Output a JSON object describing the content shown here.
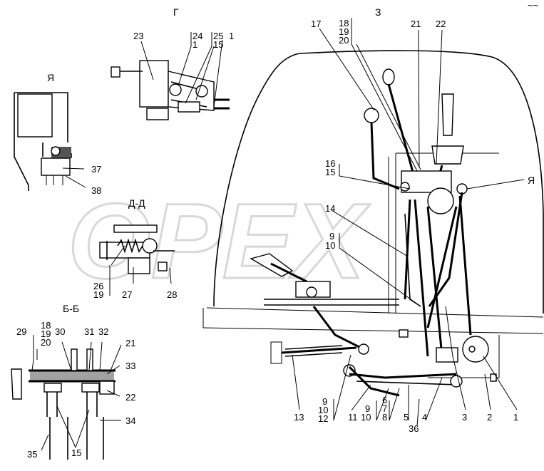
{
  "watermark": "OPEX",
  "corner_mark": "~~",
  "sections": {
    "g": "Г",
    "z": "З",
    "ya_left": "Я",
    "ya_right": "Я",
    "dd": "Д-Д",
    "bb": "Б-Б"
  },
  "callouts": {
    "g_23": "23",
    "g_24": "24",
    "g_1a": "1",
    "g_25": "25",
    "g_15": "15",
    "g_1b": "1",
    "y_37": "37",
    "y_38": "38",
    "d_26": "26",
    "d_19": "19",
    "d_27": "27",
    "d_28": "28",
    "b_29": "29",
    "b_18": "18",
    "b_19": "19",
    "b_20": "20",
    "b_30": "30",
    "b_31": "31",
    "b_32": "32",
    "b_21": "21",
    "b_33": "33",
    "b_22": "22",
    "b_34": "34",
    "b_35": "35",
    "b_15": "15",
    "m_17": "17",
    "m_18": "18",
    "m_19": "19",
    "m_20": "20",
    "m_21": "21",
    "m_22": "22",
    "m_16": "16",
    "m_15": "15",
    "m_14": "14",
    "m_9": "9",
    "m_10": "10",
    "m_13": "13",
    "m_9b": "9",
    "m_10b": "10",
    "m_12": "12",
    "m_11": "11",
    "m_9c": "9",
    "m_10c": "10",
    "m_6": "6",
    "m_7": "7",
    "m_8": "8",
    "m_36": "36",
    "m_5": "5",
    "m_4": "4",
    "m_3": "3",
    "m_2": "2",
    "m_1": "1"
  }
}
